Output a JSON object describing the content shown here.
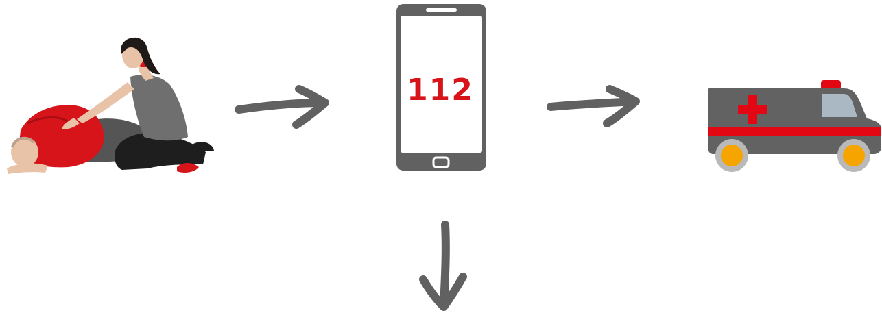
{
  "diagram": {
    "phone": {
      "screen_number": "112"
    },
    "colors": {
      "arrow": "#616161",
      "phone_body": "#616161",
      "emergency_red": "#d8141b",
      "victim_shirt": "#d8141b",
      "ambulance_body": "#626262",
      "ambulance_stripe": "#e30613",
      "wheel_hub": "#f5a400",
      "window": "#a9b8c2"
    },
    "icons": [
      "first-aid-scene",
      "arrow-right",
      "smartphone",
      "arrow-right",
      "ambulance",
      "arrow-down"
    ]
  }
}
